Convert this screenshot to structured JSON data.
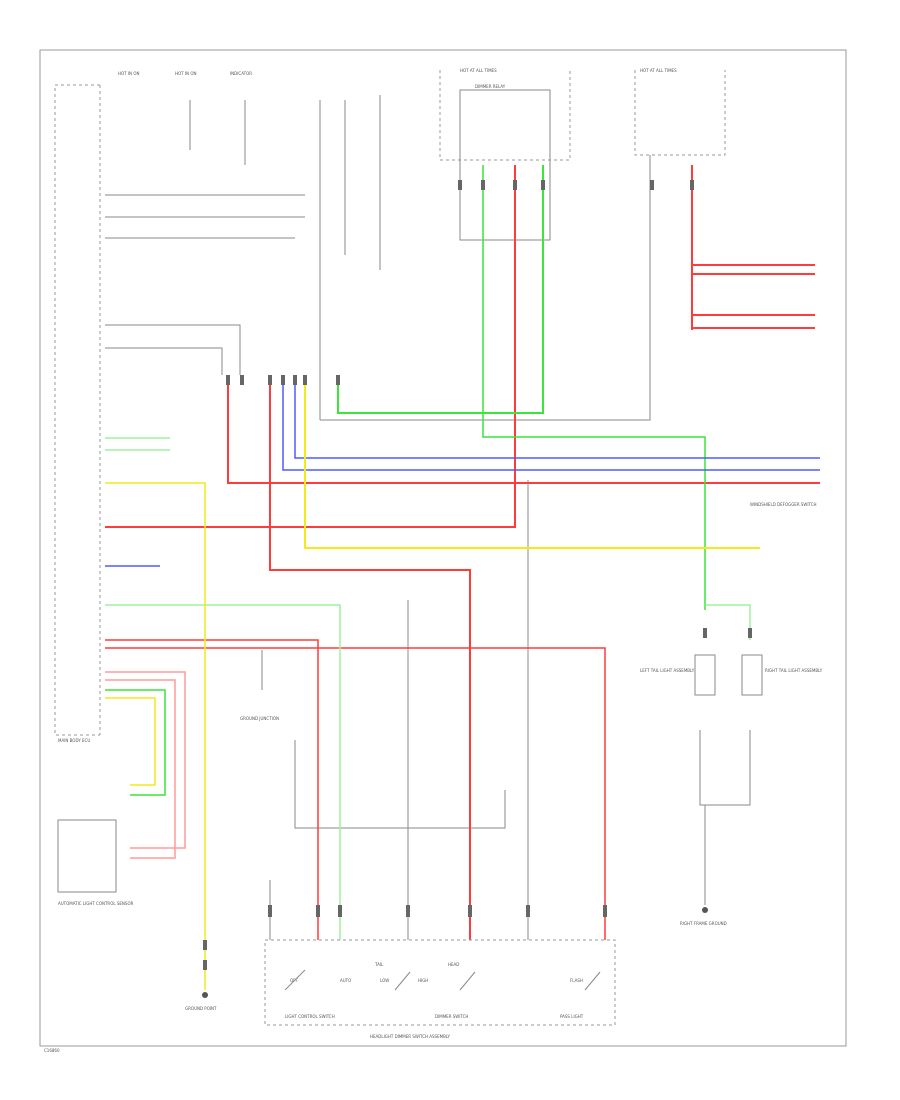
{
  "diagram": {
    "figure_code": "C16860",
    "colors": {
      "red": "#ff3b3b",
      "green": "#39e639",
      "blue": "#4d5cff",
      "yellow": "#f2ea1a",
      "gray": "#8a8a8a",
      "pink": "#ff9a9a",
      "light_green": "#9ef29e"
    },
    "labels": {
      "hot_at_all_times_1": "HOT AT ALL TIMES",
      "hot_at_all_times_2": "HOT AT ALL TIMES",
      "indicator": "INDICATOR",
      "hot_in_on_1": "HOT IN ON",
      "hot_in_on_2": "HOT IN ON",
      "main_body_ecu": "MAIN BODY ECU",
      "dimmer_relay": "DIMMER RELAY",
      "light_control_switch": "LIGHT CONTROL SWITCH",
      "dimmer_switch": "DIMMER SWITCH",
      "pass_light": "PASS LIGHT",
      "headlight_dimmer_switch_assembly": "HEADLIGHT DIMMER SWITCH ASSEMBLY",
      "left_tail_light_assembly": "LEFT TAIL LIGHT ASSEMBLY",
      "right_tail_light_assembly": "RIGHT TAIL LIGHT ASSEMBLY",
      "right_frame_ground": "RIGHT FRAME GROUND",
      "ground_point": "GROUND POINT",
      "automatic_light_control_sensor": "AUTOMATIC LIGHT CONTROL SENSOR",
      "windshield_defogger_switch": "WINDSHIELD DEFOGGER SWITCH",
      "ground_junction": "GROUND JUNCTION",
      "off": "OFF",
      "auto": "AUTO",
      "tail": "TAIL",
      "head": "HEAD",
      "low": "LOW",
      "high": "HIGH",
      "flash": "FLASH"
    }
  }
}
